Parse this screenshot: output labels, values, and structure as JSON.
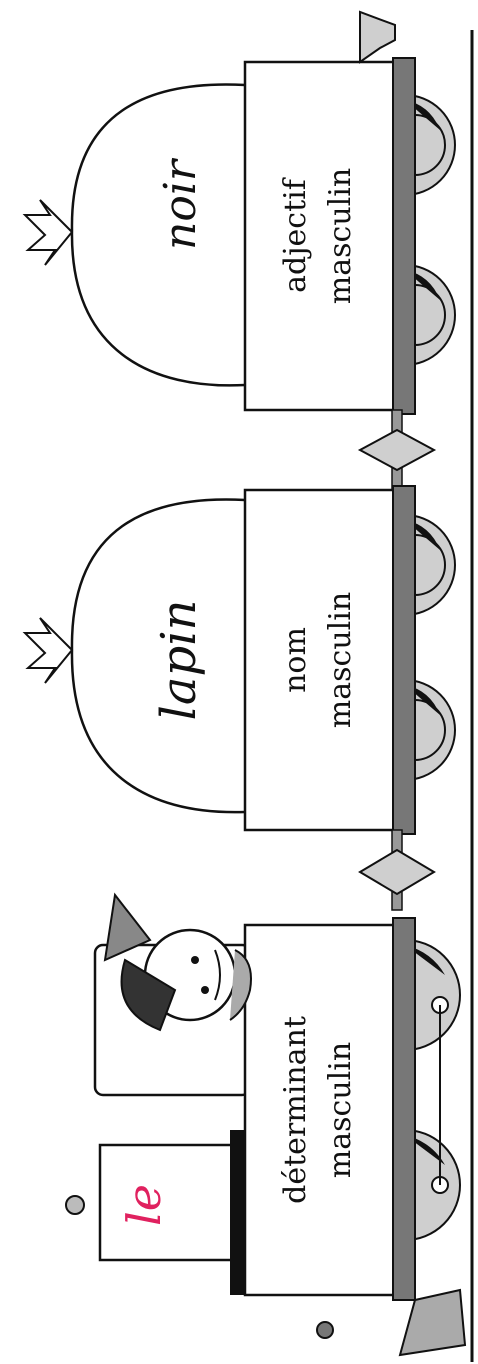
{
  "wagons": [
    {
      "word": "le",
      "word_color": "#e0215f",
      "line1": "déterminant",
      "line2": "masculin",
      "role": "locomotive"
    },
    {
      "word": "lapin",
      "word_color": "#111111",
      "line1": "nom",
      "line2": "masculin",
      "role": "wagon"
    },
    {
      "word": "noir",
      "word_color": "#111111",
      "line1": "adjectif",
      "line2": "masculin",
      "role": "wagon"
    }
  ],
  "colors": {
    "frame_gray": "#777777",
    "wheel_gray": "#c9c9c9",
    "dark": "#222222",
    "accent": "#e0215f"
  }
}
